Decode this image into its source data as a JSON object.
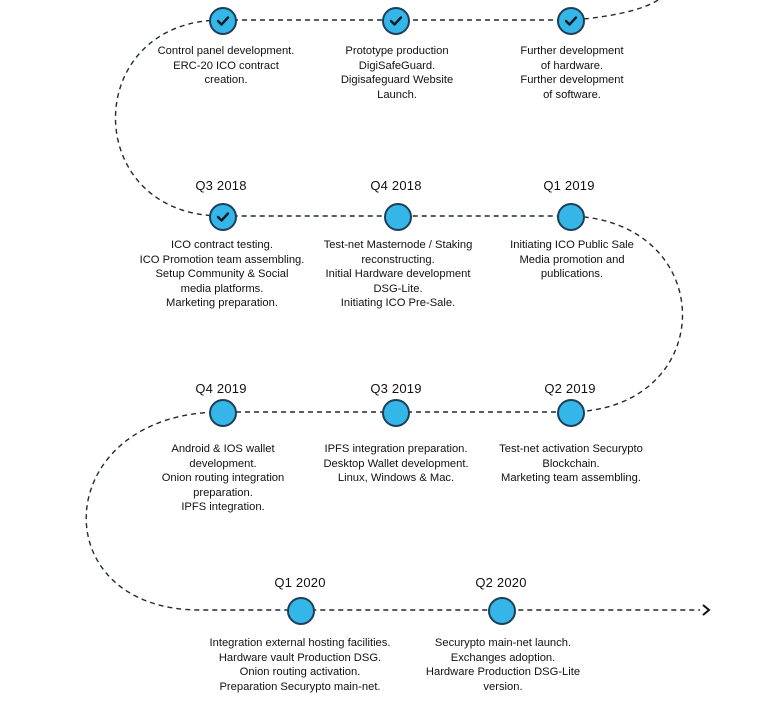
{
  "colors": {
    "node_fill": "#35b6e8",
    "node_stroke": "#1f3f59",
    "line": "#1f2a33"
  },
  "milestones": [
    {
      "quarter": "",
      "done": true,
      "text": "Control panel development.\nERC-20 ICO contract\ncreation."
    },
    {
      "quarter": "",
      "done": true,
      "text": "Prototype production\nDigiSafeGuard.\nDigisafeguard Website\nLaunch."
    },
    {
      "quarter": "",
      "done": true,
      "text": "Further development\nof  hardware.\nFurther development\nof software."
    },
    {
      "quarter": "Q3 2018",
      "done": true,
      "text": "ICO contract testing.\nICO Promotion team assembling.\nSetup Community & Social\nmedia platforms.\nMarketing preparation."
    },
    {
      "quarter": "Q4 2018",
      "done": false,
      "text": "Test-net Masternode / Staking\nreconstructing.\nInitial Hardware development\nDSG-Lite.\nInitiating ICO Pre-Sale."
    },
    {
      "quarter": "Q1 2019",
      "done": false,
      "text": "Initiating ICO Public Sale\nMedia promotion and\npublications."
    },
    {
      "quarter": "Q4 2019",
      "done": false,
      "text": "Android & IOS wallet\ndevelopment.\nOnion routing integration\npreparation.\nIPFS integration."
    },
    {
      "quarter": "Q3 2019",
      "done": false,
      "text": "IPFS integration preparation.\nDesktop Wallet development.\nLinux, Windows & Mac."
    },
    {
      "quarter": "Q2 2019",
      "done": false,
      "text": "Test-net activation Securypto\nBlockchain.\nMarketing team assembling."
    },
    {
      "quarter": "Q1 2020",
      "done": false,
      "text": "Integration external hosting facilities.\nHardware vault Production DSG.\nOnion routing activation.\nPreparation Securypto main-net."
    },
    {
      "quarter": "Q2 2020",
      "done": false,
      "text": "Securypto main-net launch.\nExchanges adoption.\nHardware Production DSG-Lite\nversion."
    }
  ]
}
